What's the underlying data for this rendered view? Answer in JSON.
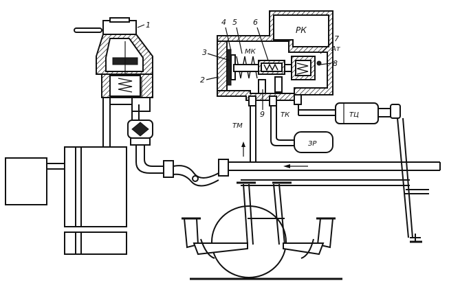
{
  "labels": {
    "n1": "1",
    "n2": "2",
    "n3": "3",
    "n4": "4",
    "n5": "5",
    "n6": "6",
    "n7": "7",
    "n8": "8",
    "n9": "9",
    "rk": "РК",
    "mk": "МК",
    "at": "Ат",
    "tm": "ТМ",
    "tk": "ТК",
    "zr": "ЗР",
    "tc": "ТЦ"
  }
}
